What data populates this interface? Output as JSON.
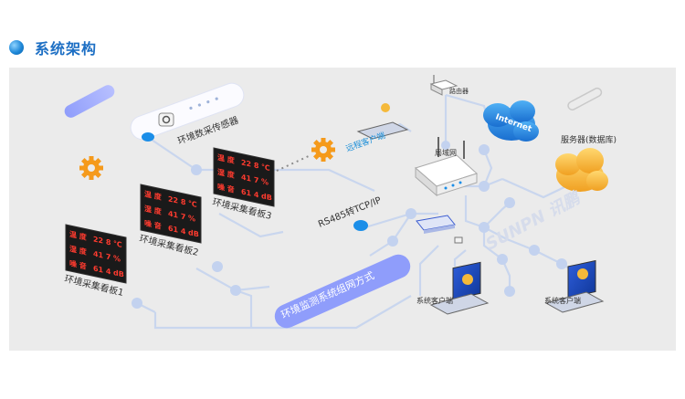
{
  "section": {
    "title": "系统架构"
  },
  "diagram": {
    "sensor_label": "环境数采传感器",
    "boards": [
      {
        "label": "环境采集看板1",
        "rows": [
          {
            "left": "温 度",
            "value": "22 8",
            "unit": "℃"
          },
          {
            "left": "湿 度",
            "value": "41 7",
            "unit": "%"
          },
          {
            "left": "噪 音",
            "value": "61 4",
            "unit": "dB"
          }
        ]
      },
      {
        "label": "环境采集看板2",
        "rows": [
          {
            "left": "温 度",
            "value": "22 8",
            "unit": "℃"
          },
          {
            "left": "湿 度",
            "value": "41 7",
            "unit": "%"
          },
          {
            "left": "噪 音",
            "value": "61 4",
            "unit": "dB"
          }
        ]
      },
      {
        "label": "环境采集看板3",
        "rows": [
          {
            "left": "温 度",
            "value": "22 8",
            "unit": "℃"
          },
          {
            "left": "湿 度",
            "value": "41 7",
            "unit": "%"
          },
          {
            "left": "噪 音",
            "value": "61 4",
            "unit": "dB"
          }
        ]
      }
    ],
    "converter_label": "RS485转TCP/IP",
    "network_method": "环境监测系统组网方式",
    "remote_client": "远程客户端",
    "router": "路由器",
    "internet": "Internet",
    "lan": "局域网",
    "server": "服务器(数据库)",
    "client_a": "系统客户端",
    "client_b": "系统客户端",
    "watermark": "SUNPN 讯鹏",
    "colors": {
      "accent": "#1d6fc4",
      "line": "#c9d6ee",
      "node": "#9fb3d9",
      "cloud_blue": "#2f90e0",
      "cloud_yellow": "#f5b93a",
      "gear": "#f59a1b",
      "led": "#ff3b2f"
    }
  }
}
